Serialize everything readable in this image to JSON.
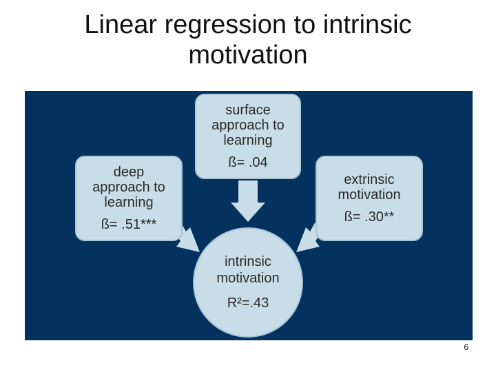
{
  "slide": {
    "title_lines": [
      "Linear regression to intrinsic",
      "motivation"
    ],
    "page_number": "6"
  },
  "diagram": {
    "colors": {
      "panel": "#04325f",
      "node_fill": "#c9dde8",
      "node_border": "#a9c4d4",
      "arrow": "#c9dde8"
    },
    "surface": {
      "lines": [
        "surface",
        "approach to",
        "learning"
      ],
      "stat": "ß= .04"
    },
    "deep": {
      "lines": [
        "deep",
        "approach to",
        "learning"
      ],
      "stat": "ß= .51***"
    },
    "extrinsic": {
      "lines": [
        "extrinsic",
        "motivation"
      ],
      "stat": "ß= .30**"
    },
    "outcome": {
      "lines": [
        "intrinsic",
        "motivation"
      ],
      "stat": "R²=.43"
    }
  }
}
